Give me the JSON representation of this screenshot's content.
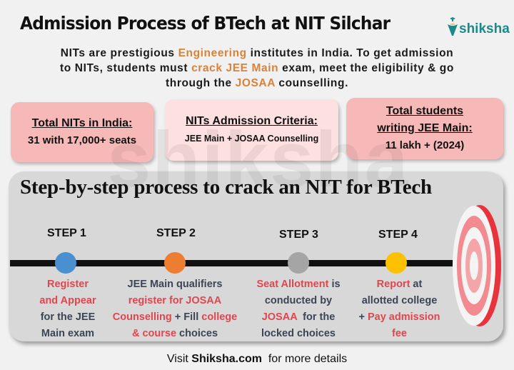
{
  "header": {
    "title": "Admission Process of BTech at NIT Silchar",
    "logo_text": "shiksha",
    "logo_icon": "shiksha-logo-icon"
  },
  "intro": {
    "line1_a": "NITs are prestigious ",
    "line1_hl": "Engineering",
    "line1_b": " institutes in India. To get admission",
    "line2_a": "to NITs, students must ",
    "line2_hl": "crack JEE Main",
    "line2_b": " exam, meet the eligibility & go",
    "line3_a": "through the ",
    "line3_hl": "JOSAA",
    "line3_b": " counselling."
  },
  "info_boxes": [
    {
      "heading": "Total NITs in India:",
      "value": "31 with 17,000+ seats",
      "color": "#f7b8b8"
    },
    {
      "heading": "NITs Admission Criteria:",
      "value": "JEE Main + JOSAA Counselling",
      "color": "#fde0e0"
    },
    {
      "heading_line1": "Total students",
      "heading_line2": "writing JEE Main:",
      "value": "11 lakh + (2024)",
      "color": "#f7b8b8"
    }
  ],
  "process": {
    "title": "Step-by-step process to crack an NIT for BTech",
    "watermark": "shiksha",
    "steps": [
      {
        "label": "STEP 1",
        "dot_color": "#4a90d0",
        "lines": [
          [
            {
              "t": "Register",
              "r": true
            }
          ],
          [
            {
              "t": "and Appear",
              "r": true
            }
          ],
          [
            {
              "t": "for the JEE",
              "r": false
            }
          ],
          [
            {
              "t": "Main exam",
              "r": false
            }
          ]
        ]
      },
      {
        "label": "STEP 2",
        "dot_color": "#ed7d31",
        "lines": [
          [
            {
              "t": "JEE Main qualifiers",
              "r": false
            }
          ],
          [
            {
              "t": "register for JOSAA",
              "r": true
            }
          ],
          [
            {
              "t": "Counselling",
              "r": true
            },
            {
              "t": " + Fill ",
              "r": false
            },
            {
              "t": "college",
              "r": true
            }
          ],
          [
            {
              "t": "& course",
              "r": true
            },
            {
              "t": " choices",
              "r": false
            }
          ]
        ]
      },
      {
        "label": "STEP 3",
        "dot_color": "#a5a5a5",
        "lines": [
          [
            {
              "t": "Seat Allotment",
              "r": true
            },
            {
              "t": " is",
              "r": false
            }
          ],
          [
            {
              "t": "conducted by",
              "r": false
            }
          ],
          [
            {
              "t": "JOSAA",
              "r": true
            },
            {
              "t": "  for the",
              "r": false
            }
          ],
          [
            {
              "t": "locked choices",
              "r": false
            }
          ]
        ]
      },
      {
        "label": "STEP 4",
        "dot_color": "#ffc000",
        "lines": [
          [
            {
              "t": "Report",
              "r": true
            },
            {
              "t": " at",
              "r": false
            }
          ],
          [
            {
              "t": "allotted college",
              "r": false
            }
          ],
          [
            {
              "t": "+ ",
              "r": false
            },
            {
              "t": "Pay admission",
              "r": true
            }
          ],
          [
            {
              "t": "fee",
              "r": true
            }
          ]
        ]
      }
    ],
    "target_icon": "target-icon"
  },
  "footer": {
    "prefix": "Visit ",
    "link": "Shiksha.com",
    "suffix": "  for more details"
  }
}
